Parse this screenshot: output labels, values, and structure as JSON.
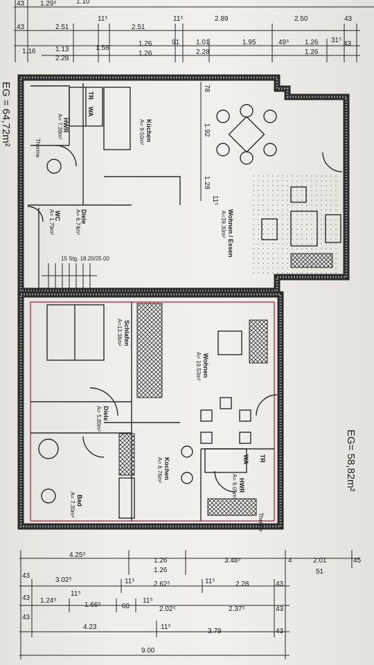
{
  "top_dimensions": {
    "row1": [
      "43",
      "1.29⁵",
      "1.10"
    ],
    "row2": [
      "43",
      "2.51",
      "11⁵",
      "2.51",
      "11⁵",
      "2.89",
      "2.50",
      "43"
    ],
    "row3": [
      "1.16",
      "1.13",
      "1.58",
      "1.26",
      "91",
      "1.01",
      "1.95",
      "49⁵",
      "1.26",
      "31⁵",
      "43"
    ],
    "row3_sub": [
      "2.28",
      "1.26",
      "2.28",
      "1.26"
    ]
  },
  "bottom_dimensions": {
    "row1": [
      "4.25⁵",
      "1.26",
      "3.48⁵",
      "4",
      "2.01",
      "45"
    ],
    "row1_sub": [
      "1.26",
      "51"
    ],
    "row2": [
      "43",
      "3.02⁵",
      "11⁵",
      "2.62⁵",
      "11⁵",
      "2.28",
      "43"
    ],
    "row3": [
      "43",
      "1.24⁵",
      "11⁵",
      "1.66⁵",
      "60",
      "11⁵",
      "2.02⁵",
      "2.37⁵",
      "43"
    ],
    "row4": [
      "43",
      "4.23",
      "11⁵",
      "3.79",
      "43"
    ],
    "total": "9.00"
  },
  "interior_dims": [
    "78",
    "1.92",
    "1.28",
    "11⁵"
  ],
  "floor_labels": {
    "left": "EG = 64,72m²",
    "right": "EG= 58,82m²"
  },
  "upper_unit": {
    "rooms": [
      {
        "name": "HWR",
        "area": "A= 7.39m²"
      },
      {
        "name": "Küchen",
        "area": "A= 9.50m²"
      },
      {
        "name": "Diele",
        "area": "A= 6.74m²"
      },
      {
        "name": "WC",
        "area": "A= 1.79m²"
      },
      {
        "name": "Wohnen / Essen",
        "area": "A=39.30m²"
      }
    ],
    "stair": "15 Stg. 18.20/25.00",
    "fixtures": [
      "TR",
      "WA",
      "Therme"
    ]
  },
  "lower_unit": {
    "rooms": [
      {
        "name": "Schlafen",
        "area": "A=13.36m²"
      },
      {
        "name": "Wohnen",
        "area": "A= 19.53m²"
      },
      {
        "name": "Diele",
        "area": "A= 5.80m²"
      },
      {
        "name": "Kochen",
        "area": "A= 6.76m²"
      },
      {
        "name": "HWR",
        "area": "A= 6.05m²"
      },
      {
        "name": "Bad",
        "area": "A= 7.30m²"
      }
    ],
    "fixtures": [
      "TR",
      "WA",
      "Therme"
    ]
  }
}
